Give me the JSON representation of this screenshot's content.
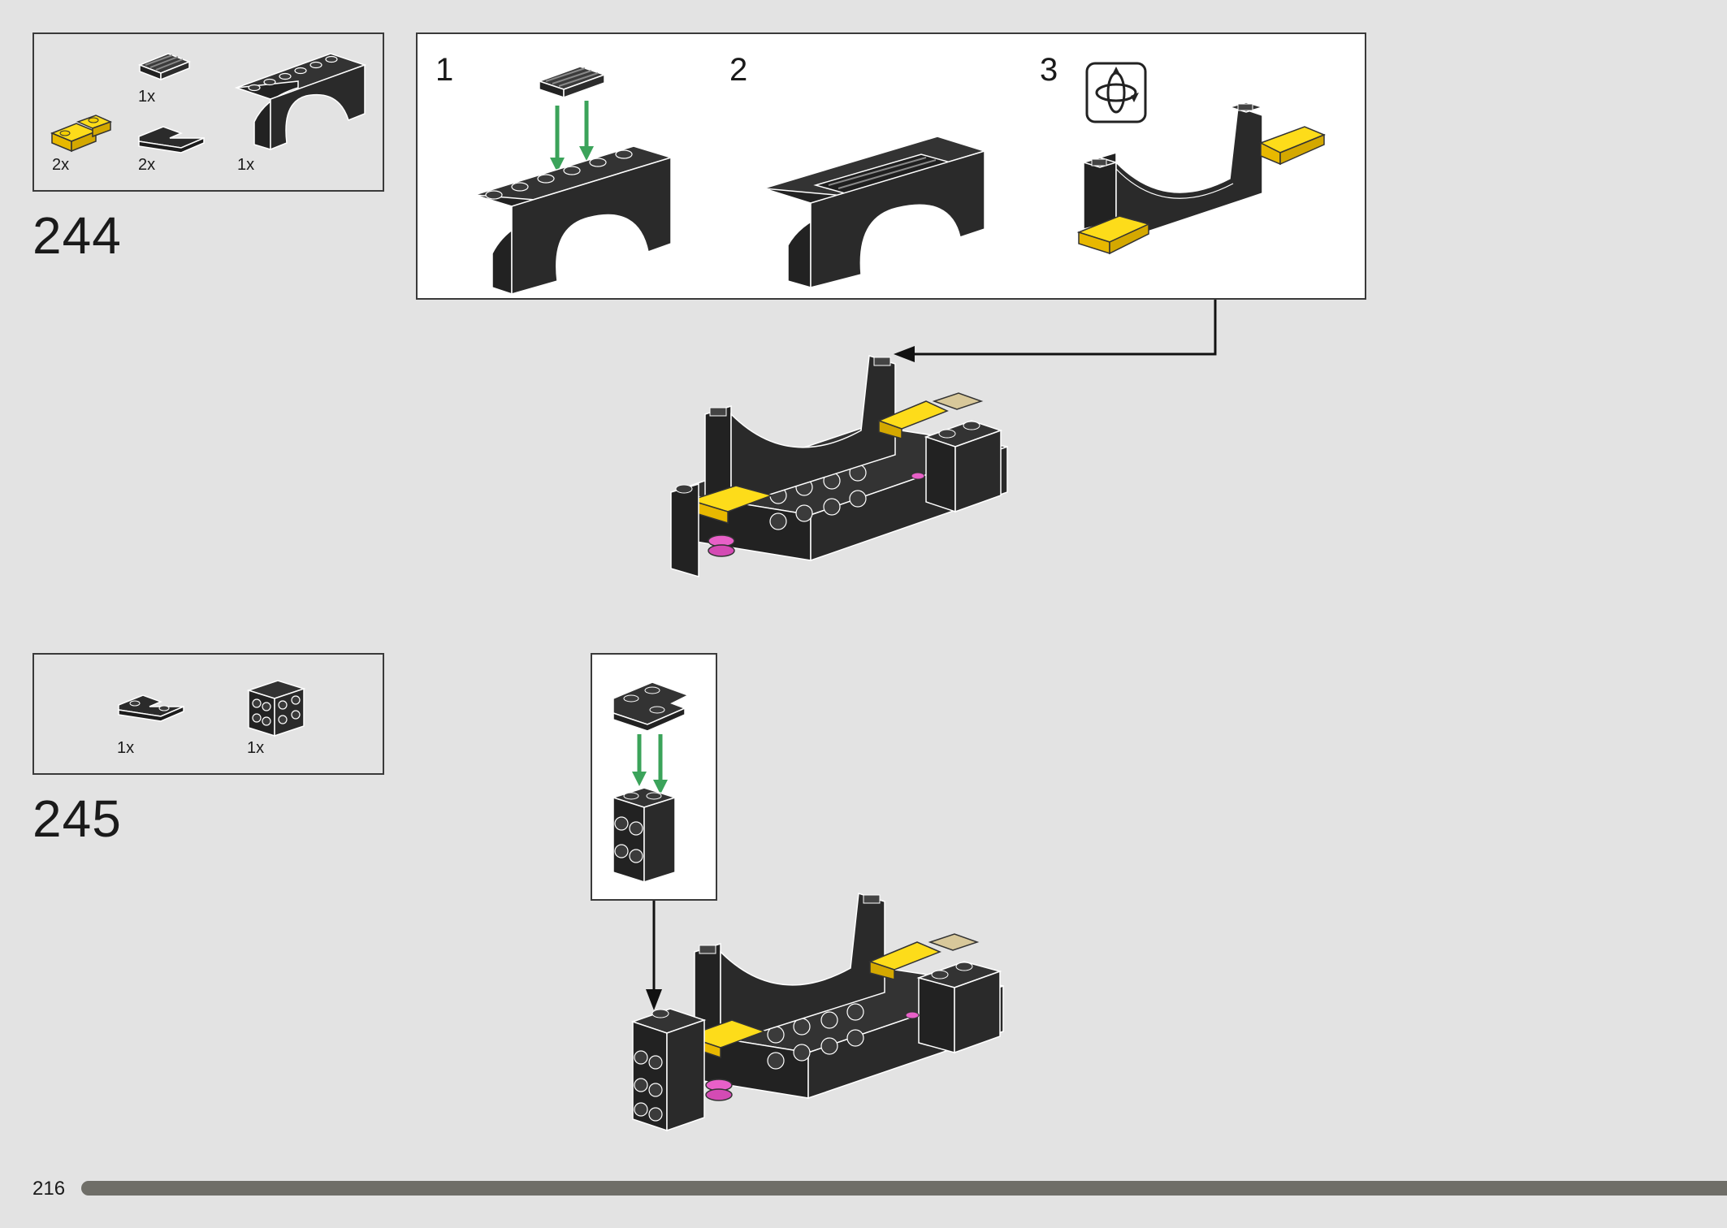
{
  "page": {
    "number": "216"
  },
  "colors": {
    "background": "#e3e3e3",
    "brick": "#262626",
    "highlight_yellow": "#fddc1a",
    "pin_magenta": "#e860c8",
    "tan": "#d8c89a",
    "arrow_green": "#3ba35a",
    "progress": "#6f6e68"
  },
  "steps": [
    {
      "number": "244",
      "parts": [
        {
          "qty": "1x",
          "icon": "grille-tile-icon"
        },
        {
          "qty": "2x",
          "icon": "yellow-inverted-slope-icon"
        },
        {
          "qty": "2x",
          "icon": "corner-plate-icon"
        },
        {
          "qty": "1x",
          "icon": "arch-brick-icon"
        }
      ],
      "substeps": [
        {
          "number": "1"
        },
        {
          "number": "2"
        },
        {
          "number": "3",
          "icon": "rotate-model-icon"
        }
      ]
    },
    {
      "number": "245",
      "parts": [
        {
          "qty": "1x",
          "icon": "corner-plate-icon"
        },
        {
          "qty": "1x",
          "icon": "side-stud-brick-icon"
        }
      ]
    }
  ]
}
